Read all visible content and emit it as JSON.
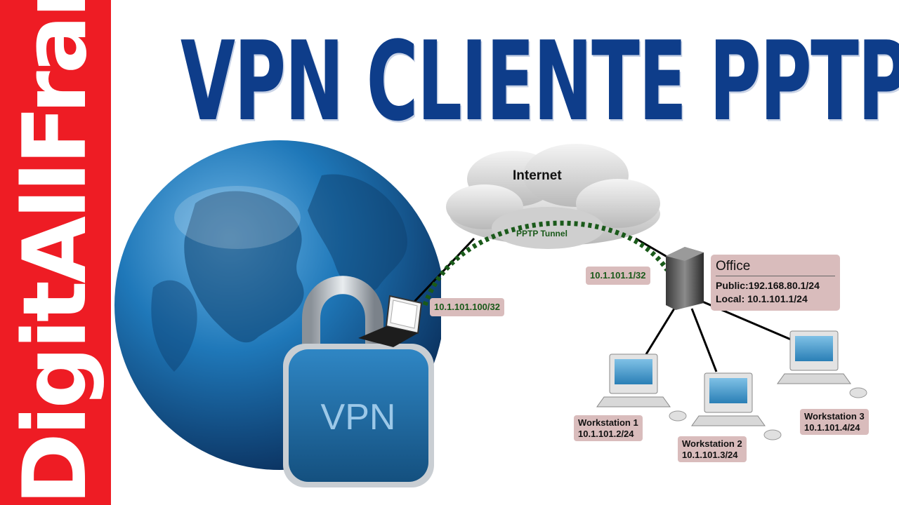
{
  "banner": {
    "text": "DigitAllFran"
  },
  "title": {
    "text": "VPN CLIENTE PPTP"
  },
  "lock": {
    "label": "VPN"
  },
  "network": {
    "cloud_label": "Internet",
    "tunnel_label": "PPTP Tunnel",
    "client_ip": "10.1.101.100/32",
    "router_tunnel_ip": "10.1.101.1/32",
    "office": {
      "name": "Office",
      "public": "Public:192.168.80.1/24",
      "local": "Local: 10.1.101.1/24"
    },
    "workstations": [
      {
        "name": "Workstation 1",
        "ip": "10.1.101.2/24"
      },
      {
        "name": "Workstation 2",
        "ip": "10.1.101.3/24"
      },
      {
        "name": "Workstation 3",
        "ip": "10.1.101.4/24"
      }
    ]
  },
  "colors": {
    "banner": "#ee1c24",
    "title": "#0e3d8a",
    "tunnel": "#1a5a1a",
    "label_bg": "#d9bcbc"
  }
}
